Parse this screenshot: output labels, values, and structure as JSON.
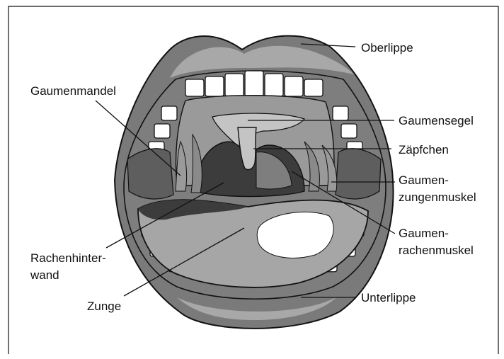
{
  "labels": {
    "oberlippe": "Oberlippe",
    "gaumenmandel": "Gaumenmandel",
    "gaumensegel": "Gaumensegel",
    "zaepfchen": "Zäpfchen",
    "gaumenzungenmuskel_1": "Gaumen-",
    "gaumenzungenmuskel_2": "zungenmuskel",
    "gaumenrachenmuskel_1": "Gaumen-",
    "gaumenrachenmuskel_2": "rachenmuskel",
    "rachenhinterwand_1": "Rachenhinter-",
    "rachenhinterwand_2": "wand",
    "zunge": "Zunge",
    "unterlippe": "Unterlippe"
  },
  "colors": {
    "outline": "#111111",
    "lip": "#7a7a7a",
    "lip_highlight": "#a8a8a8",
    "gum": "#7e7e7e",
    "teeth": "#ffffff",
    "palate": "#9a9a9a",
    "velum": "#c4c4c4",
    "throat": "#3c3c3c",
    "tongue": "#a6a6a6",
    "tongue_highlight": "#ffffff"
  }
}
